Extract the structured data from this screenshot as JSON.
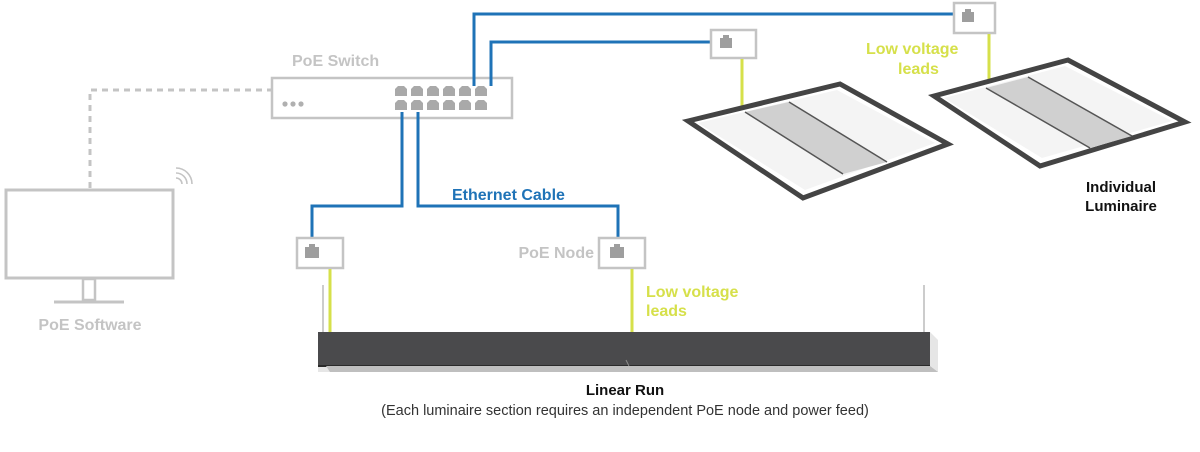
{
  "colors": {
    "ethernet": "#1f73b7",
    "low_voltage": "#d6e04a",
    "device_grey": "#c4c4c4",
    "linear_body": "#4a4a4c"
  },
  "labels": {
    "poe_switch": "PoE Switch",
    "poe_software": "PoE Software",
    "ethernet_cable": "Ethernet Cable",
    "poe_node": "PoE Node",
    "low_voltage_top_l1": "Low voltage",
    "low_voltage_top_l2": "leads",
    "low_voltage_mid_l1": "Low voltage",
    "low_voltage_mid_l2": "leads",
    "individual_l1": "Individual",
    "individual_l2": "Luminaire",
    "linear_run": "Linear Run",
    "linear_run_note": "(Each luminaire section requires an independent PoE node and power feed)"
  },
  "icons": {
    "monitor": "monitor-icon",
    "wireless": "wireless-signal-icon",
    "switch": "network-switch-icon",
    "node": "ethernet-port-icon",
    "troffer": "troffer-luminaire-icon",
    "linear": "linear-luminaire-icon"
  }
}
